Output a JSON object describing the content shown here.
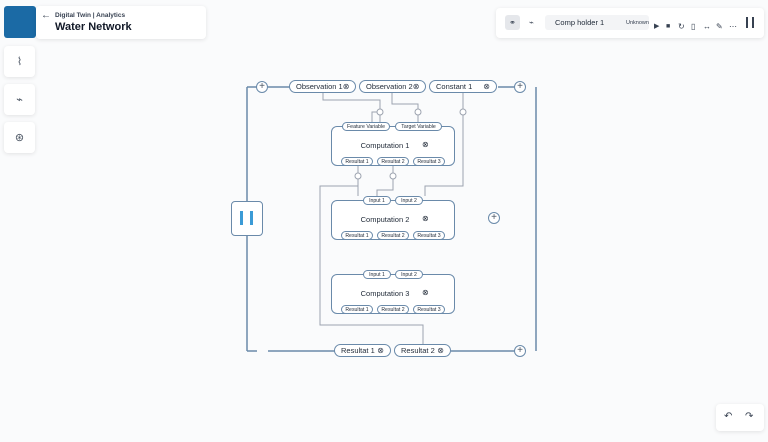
{
  "header": {
    "breadcrumb": "Digital Twin | Analytics",
    "title": "Water Network",
    "back_icon": "arrow-left-icon"
  },
  "sidebar": {
    "accent": "#1b6aa5",
    "items": [
      {
        "icon": "sensor-icon",
        "glyph": "⌇"
      },
      {
        "icon": "analytics-icon",
        "glyph": "⌁"
      },
      {
        "icon": "network-icon",
        "glyph": "⊛"
      }
    ]
  },
  "toolbar": {
    "comp_holder": "Comp holder 1",
    "status": "Unknown",
    "icons": [
      "link-icon",
      "flow-icon",
      "play-icon",
      "stop-icon",
      "refresh-icon",
      "document-icon",
      "expand-icon",
      "edit-icon",
      "more-icon",
      "pause-icon"
    ]
  },
  "canvas": {
    "top_inputs": [
      {
        "label": "Observation 1",
        "close": "⊗"
      },
      {
        "label": "Observation 2",
        "close": "⊗"
      },
      {
        "label": "Constant 1",
        "close": "⊗"
      }
    ],
    "bottom_outputs": [
      {
        "label": "Resultat 1",
        "close": "⊗"
      },
      {
        "label": "Resultat 2",
        "close": "⊗"
      }
    ],
    "add_symbol": "+",
    "computations": [
      {
        "title": "Computation 1",
        "close": "⊗",
        "inputs": [
          "Feature Variable",
          "Target Variable"
        ],
        "outputs": [
          "Resultat 1",
          "Resultat 2",
          "Resultat 3"
        ]
      },
      {
        "title": "Computation 2",
        "close": "⊗",
        "inputs": [
          "Input 1",
          "Input 2"
        ],
        "outputs": [
          "Resultat 1",
          "Resultat 2",
          "Resultat 3"
        ]
      },
      {
        "title": "Computation 3",
        "close": "⊗",
        "inputs": [
          "Input 1",
          "Input 2"
        ],
        "outputs": [
          "Resultat 1",
          "Resultat 2",
          "Resultat 3"
        ]
      }
    ]
  },
  "footer": {
    "undo_icon": "undo-icon",
    "redo_icon": "redo-icon"
  }
}
